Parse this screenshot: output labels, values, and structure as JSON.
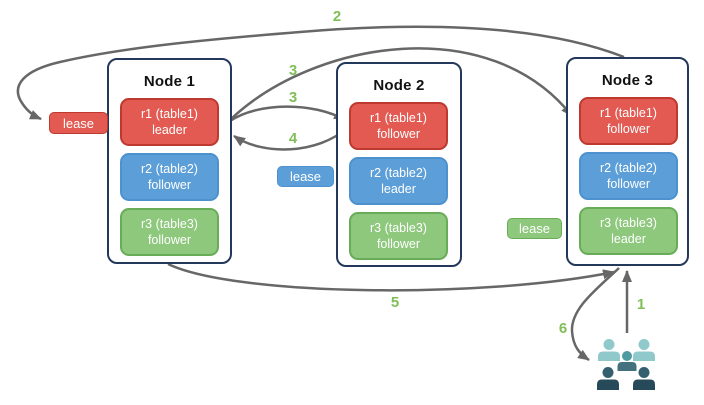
{
  "nodes": [
    {
      "title": "Node 1",
      "replicas": [
        {
          "label": "r1 (table1)",
          "role": "leader",
          "color": "#E25A52"
        },
        {
          "label": "r2 (table2)",
          "role": "follower",
          "color": "#5C9FD8"
        },
        {
          "label": "r3 (table3)",
          "role": "follower",
          "color": "#8DC87C"
        }
      ]
    },
    {
      "title": "Node 2",
      "replicas": [
        {
          "label": "r1 (table1)",
          "role": "follower",
          "color": "#E25A52"
        },
        {
          "label": "r2 (table2)",
          "role": "leader",
          "color": "#5C9FD8"
        },
        {
          "label": "r3 (table3)",
          "role": "follower",
          "color": "#8DC87C"
        }
      ]
    },
    {
      "title": "Node 3",
      "replicas": [
        {
          "label": "r1 (table1)",
          "role": "follower",
          "color": "#E25A52"
        },
        {
          "label": "r2 (table2)",
          "role": "follower",
          "color": "#5C9FD8"
        },
        {
          "label": "r3 (table3)",
          "role": "leader",
          "color": "#8DC87C"
        }
      ]
    }
  ],
  "leases": {
    "red": "lease",
    "blue": "lease",
    "green": "lease"
  },
  "steps": {
    "s1": "1",
    "s2": "2",
    "s3a": "3",
    "s3b": "3",
    "s4": "4",
    "s5": "5",
    "s6": "6"
  },
  "edges": [
    {
      "step": "1",
      "from": "user-group",
      "to": "node-3 r3 leader"
    },
    {
      "step": "2",
      "from": "node-3",
      "to": "red lease badge"
    },
    {
      "step": "3",
      "from": "node-1 r1 leader",
      "to": "node-3 r1 follower"
    },
    {
      "step": "3",
      "from": "node-1 r1 leader",
      "to": "node-2 r1 follower"
    },
    {
      "step": "4",
      "from": "node-2 r1 follower",
      "to": "node-1 r1 leader"
    },
    {
      "step": "5",
      "from": "node-1",
      "to": "node-3"
    },
    {
      "step": "6",
      "from": "node-3",
      "to": "user-group"
    }
  ],
  "colors": {
    "red": "#E25A52",
    "red_border": "#BE3A30",
    "blue": "#5C9FD8",
    "blue_border": "#4D92CE",
    "green": "#8DC87C",
    "green_border": "#69AC58",
    "node_border": "#24385B",
    "arrow": "#676767",
    "step_label": "#7FBE58",
    "users_back": "#8FC9CC",
    "users_middle": "#4F9AA1",
    "users_front": "#264A59"
  },
  "icons": {
    "users": "user-group-icon"
  }
}
